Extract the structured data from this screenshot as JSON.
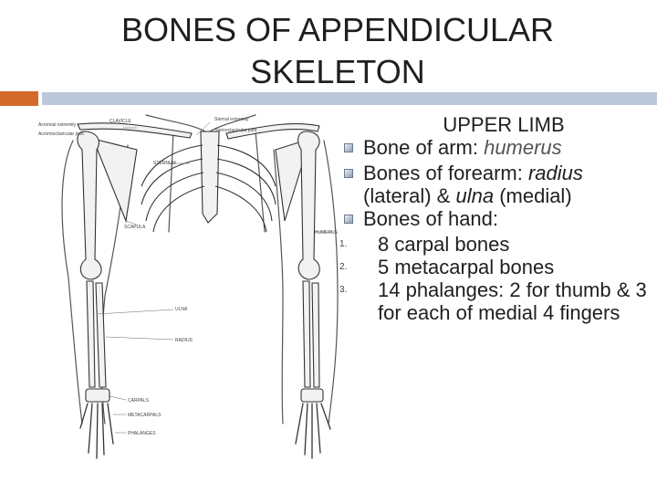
{
  "title": {
    "line1": "BONES OF APPENDICULAR",
    "line2": "SKELETON"
  },
  "figure_labels": {
    "clavicle": "CLAVICLE",
    "acromial_extremity": "Acromial extremity",
    "acromioclavicular_joint": "Acromioclavicular joint",
    "sternal_extremity": "Sternal extremity",
    "sternoclavicular_joint": "Sternoclavicular joint",
    "sternum": "STERNUM",
    "scapula": "SCAPULA",
    "humerus": "HUMERUS",
    "ulna": "ULNA",
    "radius": "RADIUS",
    "carpals": "CARPALS",
    "metacarpals": "METACARPALS",
    "phalanges": "PHALANGES"
  },
  "content": {
    "heading": "UPPER LIMB",
    "item1": {
      "label": "Bone of arm: ",
      "detail": "humerus"
    },
    "item2": {
      "label": "Bones of forearm: ",
      "radius": "radius",
      "lateral": " (lateral) & ",
      "ulna": "ulna",
      "medial": " (medial)"
    },
    "item3": {
      "label": "Bones of hand:"
    },
    "numbered": [
      {
        "num": "1.",
        "text": "8 carpal bones"
      },
      {
        "num": "2.",
        "text": "5 metacarpal bones"
      },
      {
        "num": "3.",
        "text": "14 phalanges: 2 for thumb & 3 for each of medial 4 fingers"
      }
    ]
  },
  "colors": {
    "accent": "#d46a2a",
    "band": "#bcc8d9",
    "detail_text": "#555555"
  }
}
